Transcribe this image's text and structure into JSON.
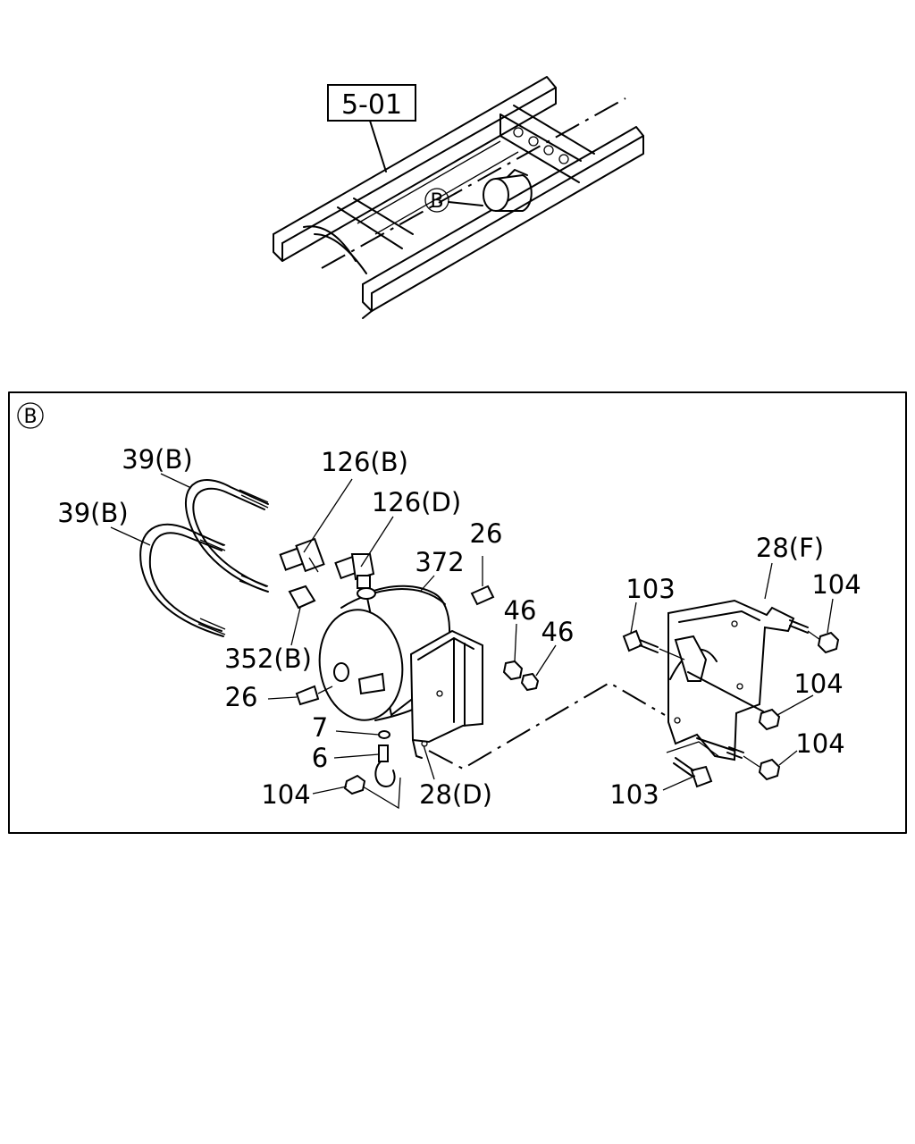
{
  "reference": {
    "label": "5-01"
  },
  "detail": {
    "marker": "B"
  },
  "parts": [
    {
      "id": "39b_upper",
      "label": "39(B)"
    },
    {
      "id": "39b_lower",
      "label": "39(B)"
    },
    {
      "id": "126b",
      "label": "126(B)"
    },
    {
      "id": "126d",
      "label": "126(D)"
    },
    {
      "id": "372",
      "label": "372"
    },
    {
      "id": "26_top",
      "label": "26"
    },
    {
      "id": "46_a",
      "label": "46"
    },
    {
      "id": "46_b",
      "label": "46"
    },
    {
      "id": "352b",
      "label": "352(B)"
    },
    {
      "id": "26_left",
      "label": "26"
    },
    {
      "id": "7",
      "label": "7"
    },
    {
      "id": "6",
      "label": "6"
    },
    {
      "id": "104_left",
      "label": "104"
    },
    {
      "id": "28d",
      "label": "28(D)"
    },
    {
      "id": "28f",
      "label": "28(F)"
    },
    {
      "id": "103_top",
      "label": "103"
    },
    {
      "id": "104_top",
      "label": "104"
    },
    {
      "id": "104_mid",
      "label": "104"
    },
    {
      "id": "104_low",
      "label": "104"
    },
    {
      "id": "103_bottom",
      "label": "103"
    }
  ]
}
